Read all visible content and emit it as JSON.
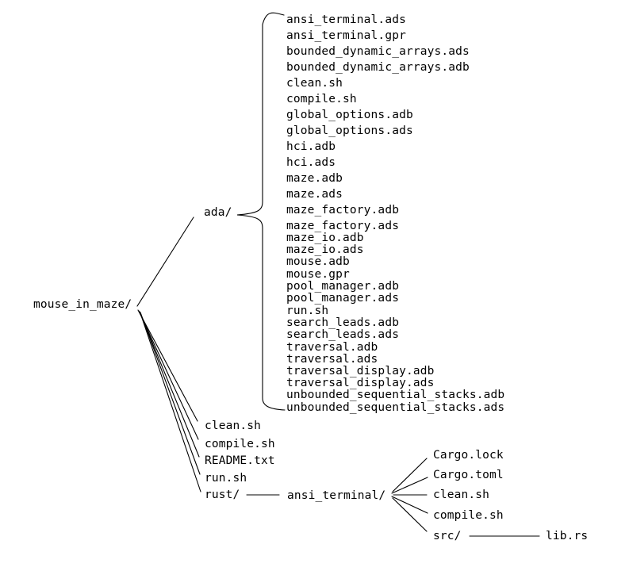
{
  "diagram": {
    "root": {
      "label": "mouse_in_maze/"
    },
    "ada": {
      "label": "ada/",
      "files": [
        "ansi_terminal.ads",
        "ansi_terminal.gpr",
        "bounded_dynamic_arrays.ads",
        "bounded_dynamic_arrays.adb",
        "clean.sh",
        "compile.sh",
        "global_options.adb",
        "global_options.ads",
        "hci.adb",
        "hci.ads",
        "maze.adb",
        "maze.ads",
        "maze_factory.adb",
        "maze_factory.ads",
        "maze_io.adb",
        "maze_io.ads",
        "mouse.adb",
        "mouse.gpr",
        "pool_manager.adb",
        "pool_manager.ads",
        "run.sh",
        "search_leads.adb",
        "search_leads.ads",
        "traversal.adb",
        "traversal.ads",
        "traversal_display.adb",
        "traversal_display.ads",
        "unbounded_sequential_stacks.adb",
        "unbounded_sequential_stacks.ads"
      ]
    },
    "root_files": [
      "clean.sh",
      "compile.sh",
      "README.txt",
      "run.sh"
    ],
    "rust": {
      "label": "rust/",
      "ansi_terminal": {
        "label": "ansi_terminal/",
        "files": [
          "Cargo.lock",
          "Cargo.toml",
          "clean.sh",
          "compile.sh"
        ],
        "src": {
          "label": "src/",
          "files": [
            "lib.rs"
          ]
        }
      }
    },
    "colors": {
      "background": "#ffffff",
      "text": "#000000",
      "line": "#000000"
    }
  }
}
